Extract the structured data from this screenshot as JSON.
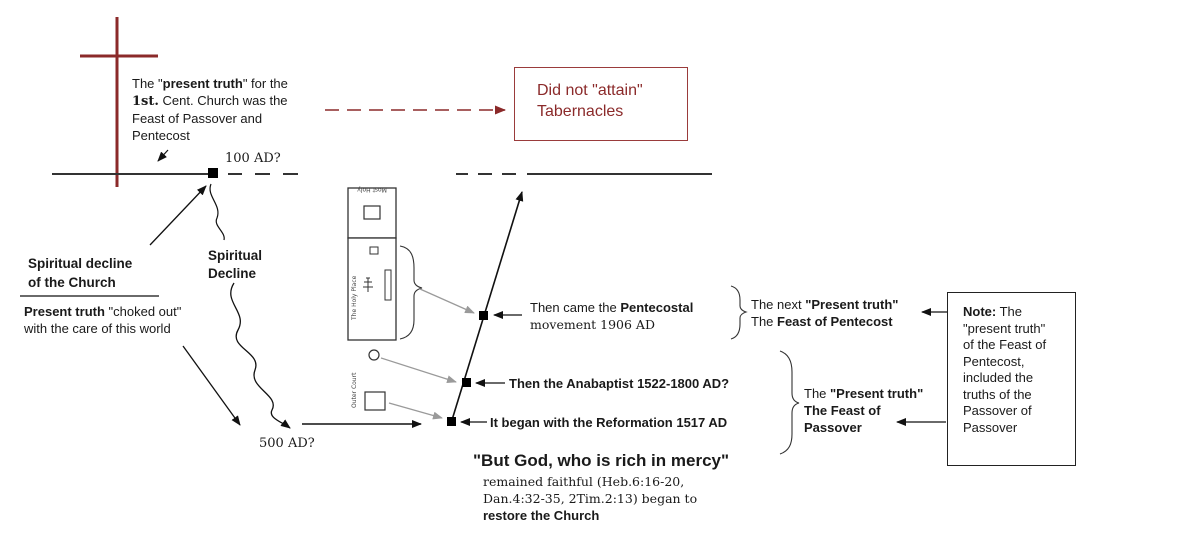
{
  "present_truth": {
    "p1": "The \"",
    "b1": "present truth",
    "p2": "\" for the",
    "line2_b": "1st.",
    "line2_p": " Cent. Church was the",
    "line3": "Feast of Passover and",
    "line4": "Pentecost"
  },
  "date_100": "100 AD?",
  "did_not_attain": {
    "line1": "Did not \"attain\"",
    "line2": "Tabernacles"
  },
  "spiritual_decline_church": {
    "line1": "Spiritual decline",
    "line2": "of the Church"
  },
  "choked_out": {
    "b": "Present truth",
    "p": " \"choked out\"",
    "line2": "with the care of this world"
  },
  "spiritual_decline": {
    "line1": "Spiritual",
    "line2": "Decline"
  },
  "date_500": "500 AD?",
  "tabernacle": {
    "most_holy": "Most Holy",
    "holy_place": "The Holy Place",
    "outer_court": "Outer Court"
  },
  "pentecostal": {
    "p1": "Then came the ",
    "b1": "Pentecostal",
    "line2": "movement 1906 AD"
  },
  "anabaptist": "Then the Anabaptist 1522-1800 AD?",
  "reformation": "It began with the Reformation 1517 AD",
  "next_present_truth": {
    "p1": "The next ",
    "b1": "\"Present truth\"",
    "p2": "The ",
    "b2": "Feast of Pentecost"
  },
  "present_truth_passover": {
    "p1": "The ",
    "b1": "\"Present truth\"",
    "line2": "The Feast of",
    "line3": "Passover"
  },
  "note": {
    "b": "Note:",
    "p": " The",
    "lines": [
      "\"present truth\"",
      "of the Feast of",
      "Pentecost,",
      "included the",
      "truths of the",
      "Passover of",
      "Passover"
    ]
  },
  "rich_in_mercy": {
    "quote": "\"But God, who is rich in mercy\"",
    "line2": "remained faithful (Heb.6:16-20,",
    "line3": "Dan.4:32-35, 2Tim.2:13) began to",
    "line4": "restore the Church"
  },
  "colors": {
    "cross": "#8b2a2a",
    "box_border": "#9a3b3b",
    "box_text": "#8b2a2a",
    "gray_arrow": "#9a9a9a"
  }
}
